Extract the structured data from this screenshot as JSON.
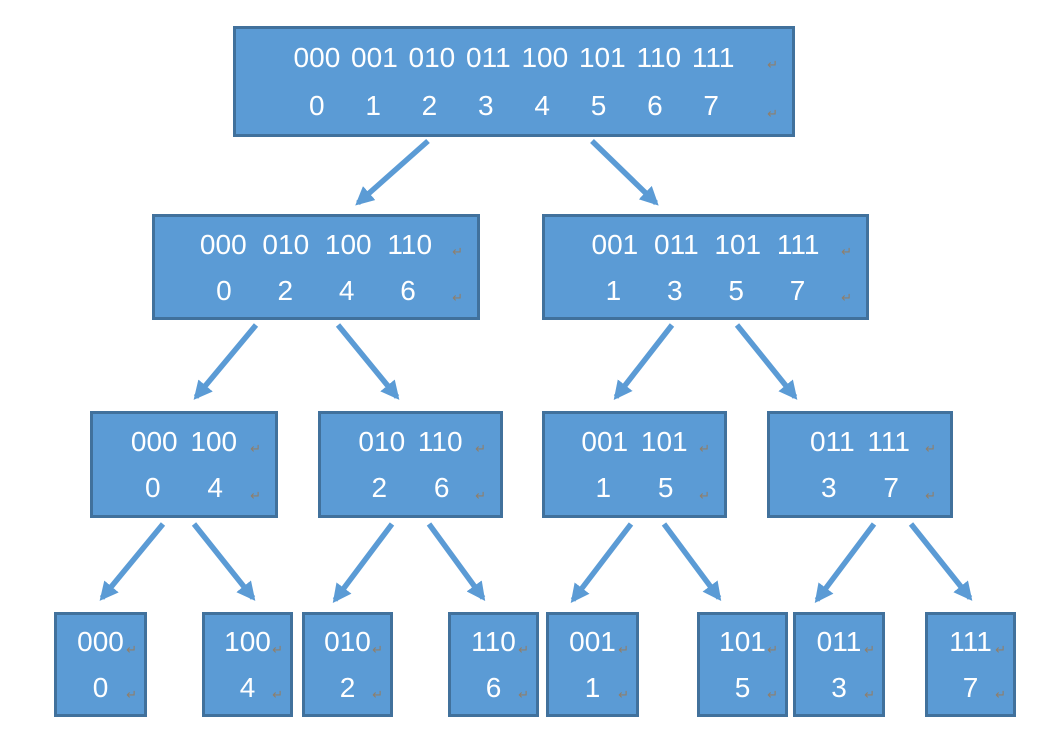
{
  "diagram": {
    "type": "binary-tree",
    "description_visible_text_only": true,
    "return_mark": "↵",
    "colors": {
      "box_fill": "#5b9bd5",
      "box_border": "#41719c",
      "arrow": "#5b9bd5",
      "text": "#ffffff",
      "return_mark": "#8f7f6b",
      "background": "#ffffff"
    },
    "levels": [
      {
        "nodes": [
          {
            "id": "root",
            "bits": "000 001 010 011 100 101 110 111",
            "values": "0 1 2 3 4 5 6 7"
          }
        ]
      },
      {
        "nodes": [
          {
            "id": "evens",
            "bits": "000 010 100 110",
            "values": "0 2 4 6"
          },
          {
            "id": "odds",
            "bits": "001 011 101 111",
            "values": "1 3 5 7"
          }
        ]
      },
      {
        "nodes": [
          {
            "id": "pair04",
            "bits": "000 100",
            "values": "0 4"
          },
          {
            "id": "pair26",
            "bits": "010 110",
            "values": "2 6"
          },
          {
            "id": "pair15",
            "bits": "001 101",
            "values": "1 5"
          },
          {
            "id": "pair37",
            "bits": "011 111",
            "values": "3 7"
          }
        ]
      },
      {
        "nodes": [
          {
            "id": "leaf0",
            "bits": "000",
            "values": "0"
          },
          {
            "id": "leaf4",
            "bits": "100",
            "values": "4"
          },
          {
            "id": "leaf2",
            "bits": "010",
            "values": "2"
          },
          {
            "id": "leaf6",
            "bits": "110",
            "values": "6"
          },
          {
            "id": "leaf1",
            "bits": "001",
            "values": "1"
          },
          {
            "id": "leaf5",
            "bits": "101",
            "values": "5"
          },
          {
            "id": "leaf3",
            "bits": "011",
            "values": "3"
          },
          {
            "id": "leaf7",
            "bits": "111",
            "values": "7"
          }
        ]
      }
    ],
    "edges": [
      {
        "from": "root",
        "to": "evens"
      },
      {
        "from": "root",
        "to": "odds"
      },
      {
        "from": "evens",
        "to": "pair04"
      },
      {
        "from": "evens",
        "to": "pair26"
      },
      {
        "from": "odds",
        "to": "pair15"
      },
      {
        "from": "odds",
        "to": "pair37"
      },
      {
        "from": "pair04",
        "to": "leaf0"
      },
      {
        "from": "pair04",
        "to": "leaf4"
      },
      {
        "from": "pair26",
        "to": "leaf2"
      },
      {
        "from": "pair26",
        "to": "leaf6"
      },
      {
        "from": "pair15",
        "to": "leaf1"
      },
      {
        "from": "pair15",
        "to": "leaf5"
      },
      {
        "from": "pair37",
        "to": "leaf3"
      },
      {
        "from": "pair37",
        "to": "leaf7"
      }
    ]
  }
}
